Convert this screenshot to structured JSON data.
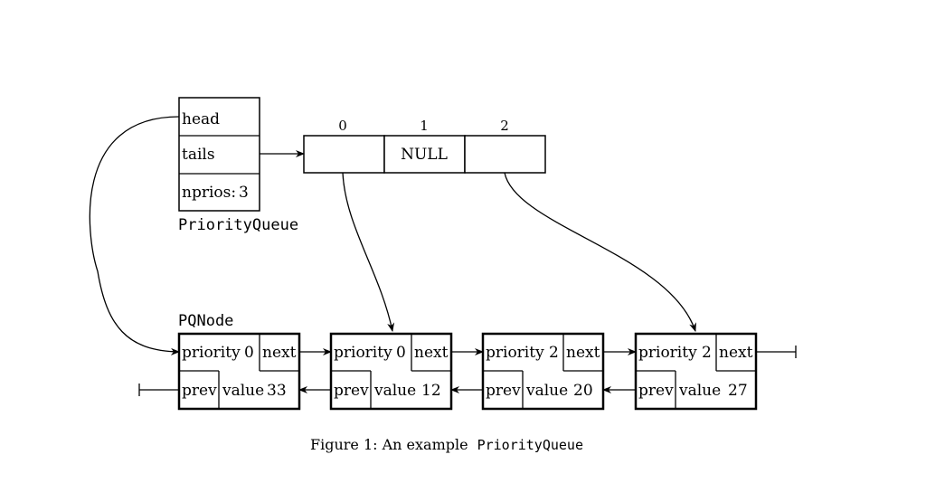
{
  "priority_queue": {
    "fields": [
      {
        "name": "head",
        "value": ""
      },
      {
        "name": "tails",
        "value": ""
      },
      {
        "name": "nprios:",
        "value": "3"
      }
    ],
    "type_label": "PriorityQueue"
  },
  "tails_array": {
    "indices": [
      "0",
      "1",
      "2"
    ],
    "cells": [
      "",
      "NULL",
      ""
    ]
  },
  "node_type_label": "PQNode",
  "nodes": [
    {
      "priority_label": "priority",
      "priority": "0",
      "next_label": "next",
      "prev_label": "prev",
      "value_label": "value",
      "value": "33"
    },
    {
      "priority_label": "priority",
      "priority": "0",
      "next_label": "next",
      "prev_label": "prev",
      "value_label": "value",
      "value": "12"
    },
    {
      "priority_label": "priority",
      "priority": "2",
      "next_label": "next",
      "prev_label": "prev",
      "value_label": "value",
      "value": "20"
    },
    {
      "priority_label": "priority",
      "priority": "2",
      "next_label": "next",
      "prev_label": "prev",
      "value_label": "value",
      "value": "27"
    }
  ],
  "caption": {
    "prefix": "Figure 1: An example",
    "code": "PriorityQueue"
  }
}
